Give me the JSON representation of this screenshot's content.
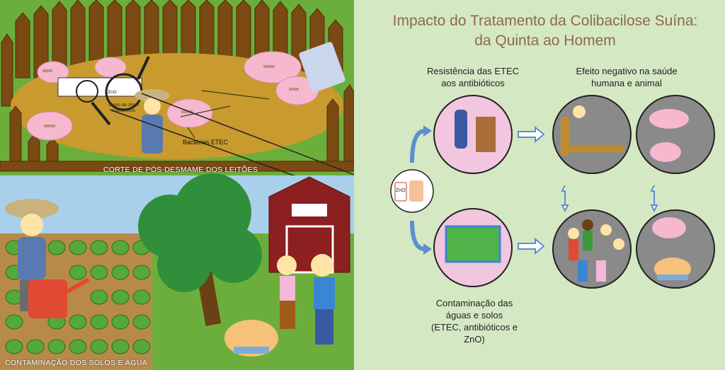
{
  "title_line1": "Impacto do Tratamento da Colibacilose Suína:",
  "title_line2": "da Quinta ao Homem",
  "scene_top": {
    "caption": "CORTE DE PÓS-DESMAME DOS LEITÕES",
    "label_bacteria": "Bactérias ETEC",
    "label_zinc_1": "Óxido de zinco",
    "label_zinc_2": "Antibióticos",
    "label_zno_jar": "ZnO"
  },
  "scene_bottom": {
    "caption": "CONTAMINAÇÃO DOS SOLOS E ÁGUA"
  },
  "diagram": {
    "label_resistance_1": "Resistência das ETEC",
    "label_resistance_2": "aos antibióticos",
    "label_negative_1": "Efeito negativo na saúde",
    "label_negative_2": "humana e animal",
    "label_contamination_1": "Contaminação das",
    "label_contamination_2": "águas e solos",
    "label_contamination_3": "(ETEC, antibióticos e",
    "label_contamination_4": "ZnO)",
    "label_zno_center": "ZnO"
  },
  "colors": {
    "background": "#d5e8c4",
    "title": "#8d6b48",
    "pig_pink": "#f6b8cf",
    "circle_gray": "#8a8a8a",
    "circle_pink": "#f2c6df",
    "arrow_blue": "#5b8fd1"
  }
}
